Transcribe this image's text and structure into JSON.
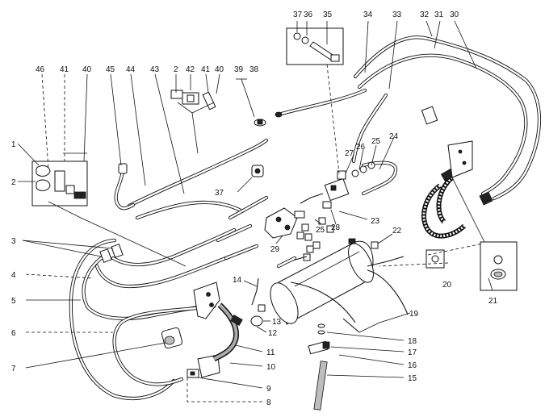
{
  "diagram": {
    "labels": [
      {
        "id": "37a",
        "text": "37"
      },
      {
        "id": "36",
        "text": "36"
      },
      {
        "id": "35",
        "text": "35"
      },
      {
        "id": "34",
        "text": "34"
      },
      {
        "id": "33",
        "text": "33"
      },
      {
        "id": "32",
        "text": "32"
      },
      {
        "id": "31",
        "text": "31"
      },
      {
        "id": "30",
        "text": "30"
      },
      {
        "id": "46",
        "text": "46"
      },
      {
        "id": "41a",
        "text": "41"
      },
      {
        "id": "40a",
        "text": "40"
      },
      {
        "id": "45",
        "text": "45"
      },
      {
        "id": "44",
        "text": "44"
      },
      {
        "id": "43",
        "text": "43"
      },
      {
        "id": "2a",
        "text": "2"
      },
      {
        "id": "42",
        "text": "42"
      },
      {
        "id": "41b",
        "text": "41"
      },
      {
        "id": "40b",
        "text": "40"
      },
      {
        "id": "39",
        "text": "39"
      },
      {
        "id": "38",
        "text": "38"
      },
      {
        "id": "27",
        "text": "27"
      },
      {
        "id": "26",
        "text": "26"
      },
      {
        "id": "25a",
        "text": "25"
      },
      {
        "id": "24",
        "text": "24"
      },
      {
        "id": "1",
        "text": "1"
      },
      {
        "id": "2b",
        "text": "2"
      },
      {
        "id": "37b",
        "text": "37"
      },
      {
        "id": "28",
        "text": "28"
      },
      {
        "id": "23",
        "text": "23"
      },
      {
        "id": "25b",
        "text": "25"
      },
      {
        "id": "29",
        "text": "29"
      },
      {
        "id": "22",
        "text": "22"
      },
      {
        "id": "3",
        "text": "3"
      },
      {
        "id": "4",
        "text": "4"
      },
      {
        "id": "5",
        "text": "5"
      },
      {
        "id": "14",
        "text": "14"
      },
      {
        "id": "20",
        "text": "20"
      },
      {
        "id": "21",
        "text": "21"
      },
      {
        "id": "13",
        "text": "13"
      },
      {
        "id": "19",
        "text": "19"
      },
      {
        "id": "12",
        "text": "12"
      },
      {
        "id": "6",
        "text": "6"
      },
      {
        "id": "18",
        "text": "18"
      },
      {
        "id": "17",
        "text": "17"
      },
      {
        "id": "11",
        "text": "11"
      },
      {
        "id": "7",
        "text": "7"
      },
      {
        "id": "16",
        "text": "16"
      },
      {
        "id": "10",
        "text": "10"
      },
      {
        "id": "15",
        "text": "15"
      },
      {
        "id": "9",
        "text": "9"
      },
      {
        "id": "8",
        "text": "8"
      }
    ]
  }
}
